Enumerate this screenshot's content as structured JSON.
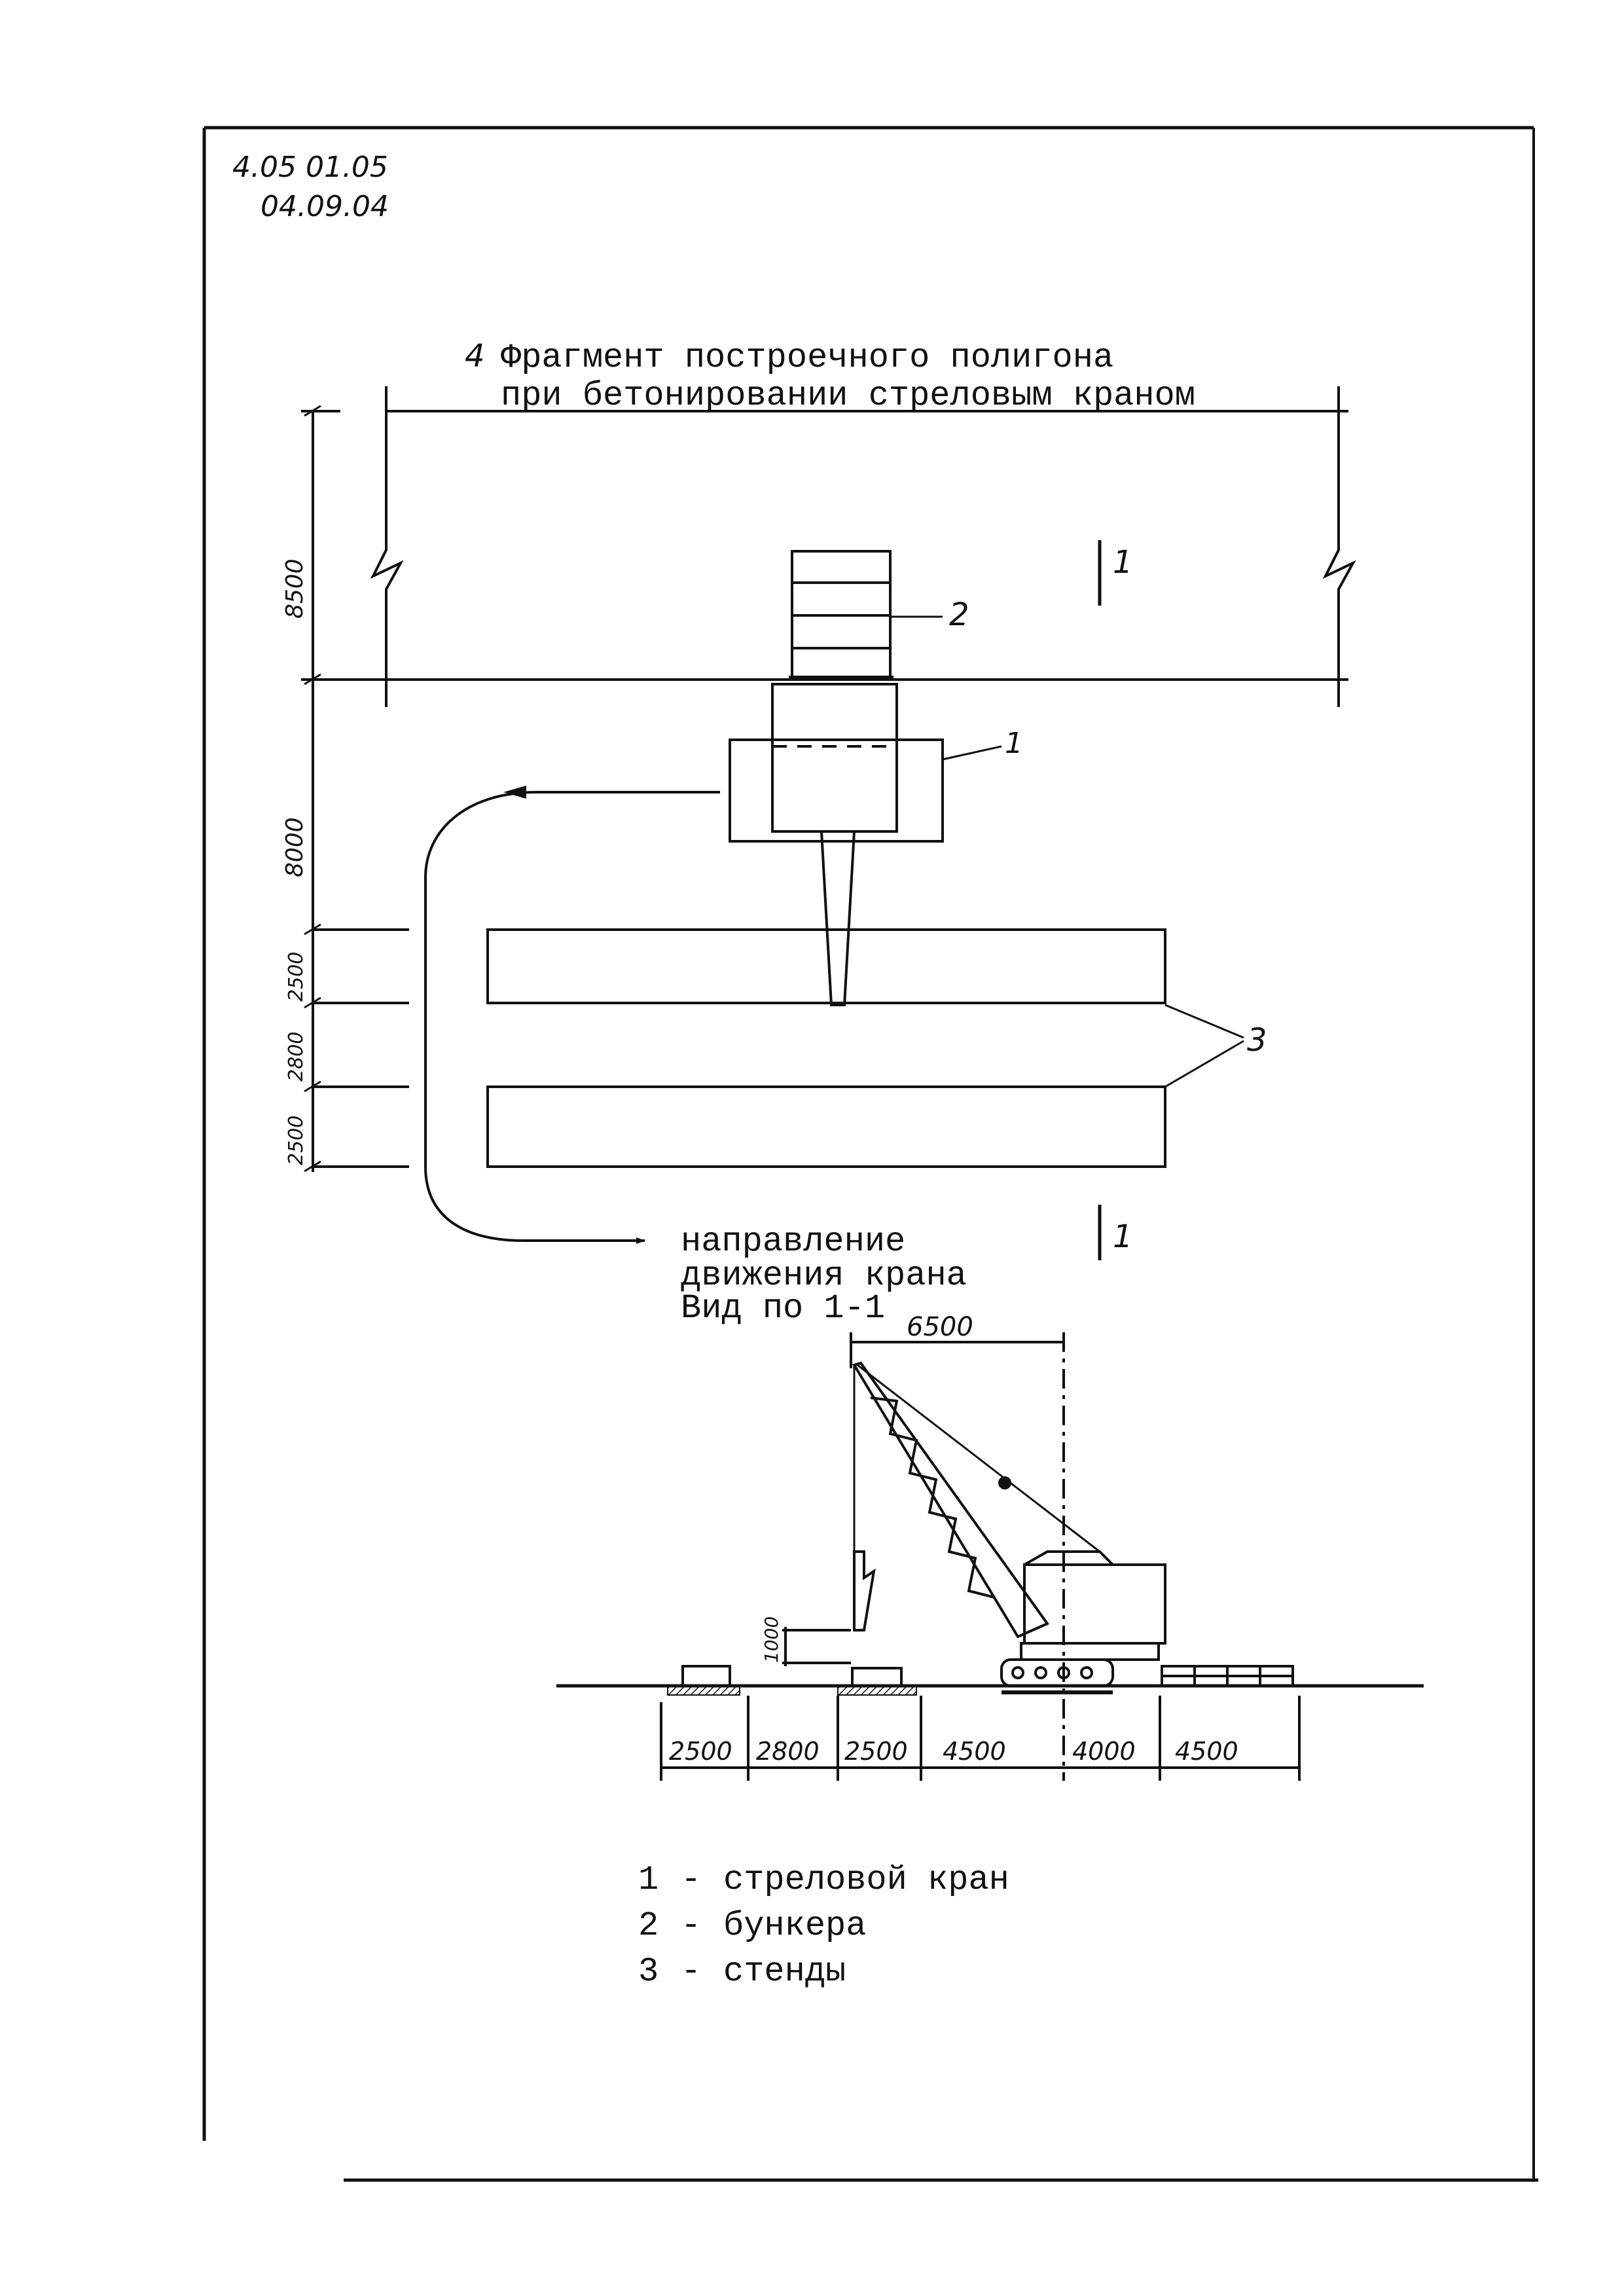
{
  "doc_codes": {
    "line1": "4.05 01.05",
    "line2": "04.09.04"
  },
  "title": {
    "number": "4",
    "line1": "Фрагмент построечного полигона",
    "line2": "при бетонировании стреловым краном"
  },
  "plan": {
    "dims_left": [
      "8500",
      "8000",
      "2500",
      "2800",
      "2500"
    ],
    "callouts": {
      "crane": "1",
      "hoppers": "2",
      "stands": "3"
    },
    "section_mark": "1",
    "direction_label": {
      "line1": "направление",
      "line2": "движения крана"
    }
  },
  "section": {
    "title": "Вид по 1-1",
    "reach_dim": "6500",
    "height_dim": "1000",
    "bottom_dims": [
      "2500",
      "2800",
      "2500",
      "4500",
      "4000",
      "4500"
    ]
  },
  "legend": [
    {
      "num": "1",
      "dash": "-",
      "text": "стреловой кран"
    },
    {
      "num": "2",
      "dash": "-",
      "text": "бункера"
    },
    {
      "num": "3",
      "dash": "-",
      "text": "стенды"
    }
  ],
  "colors": {
    "ink": "#111111",
    "paper": "#ffffff"
  }
}
